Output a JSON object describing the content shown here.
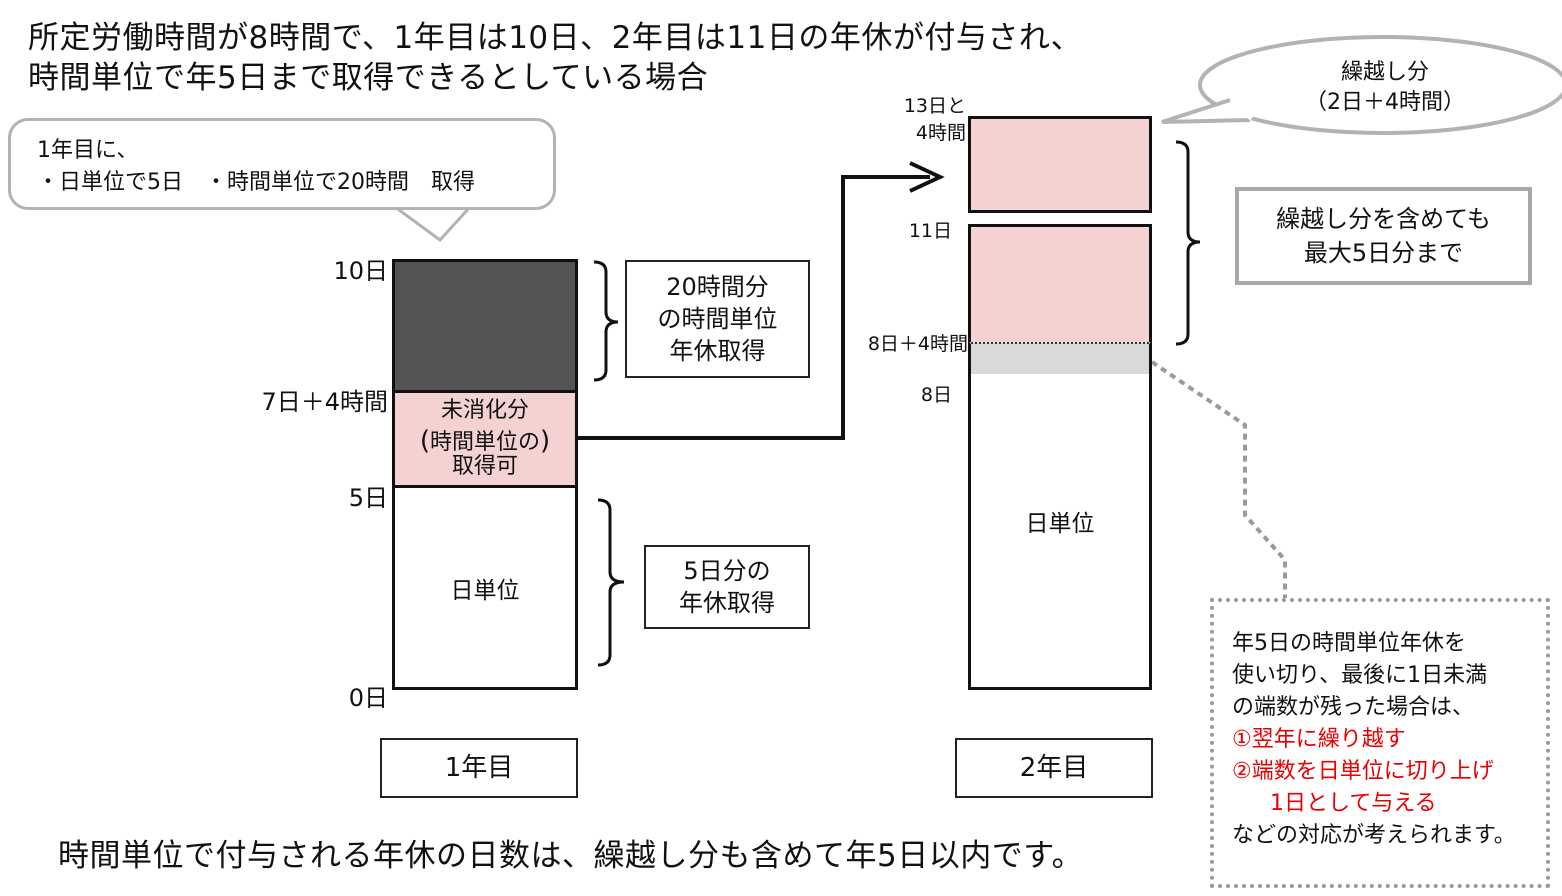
{
  "title": {
    "line1": "所定労働時間が8時間で、1年目は10日、2年目は11日の年休が付与され、",
    "line2": "時間単位で年5日まで取得できるとしている場合"
  },
  "callout": {
    "line1": "1年目に、",
    "line2": "・日単位で5日　・時間単位で20時間　取得"
  },
  "year1": {
    "axis": {
      "ten": "10日",
      "seven_four": "7日＋4時間",
      "five": "5日",
      "zero": "0日"
    },
    "unused": {
      "line1": "未消化分",
      "line2": "時間単位の",
      "line3": "取得可"
    },
    "day_unit": "日単位",
    "hour_box": {
      "line1": "20時間分",
      "line2": "の時間単位",
      "line3": "年休取得"
    },
    "day_box": {
      "line1": "5日分の",
      "line2": "年休取得"
    },
    "label": "1年目"
  },
  "year2": {
    "axis": {
      "thirteen_a": "13日と",
      "thirteen_b": "4時間",
      "eleven": "11日",
      "eight_four": "8日＋4時間",
      "eight": "8日"
    },
    "day_unit": "日単位",
    "label": "2年目"
  },
  "carry_oval": {
    "line1": "繰越し分",
    "line2": "（2日＋4時間）"
  },
  "max_box": {
    "line1": "繰越し分を含めても",
    "line2": "最大5日分まで"
  },
  "note": {
    "line1": "年5日の時間単位年休を",
    "line2": "使い切り、最後に1日未満",
    "line3": "の端数が残った場合は、",
    "red1": "①翌年に繰り越す",
    "red2": "②端数を日単位に切り上げ",
    "red3": "1日として与える",
    "line4": "などの対応が考えられます。"
  },
  "footer": "時間単位で付与される年休の日数は、繰越し分も含めて年5日以内です。",
  "colors": {
    "dark_fill": "#545454",
    "pink_fill": "#f5d2d2",
    "light_gray_fill": "#d9d9d9",
    "note_red": "#e60000"
  }
}
